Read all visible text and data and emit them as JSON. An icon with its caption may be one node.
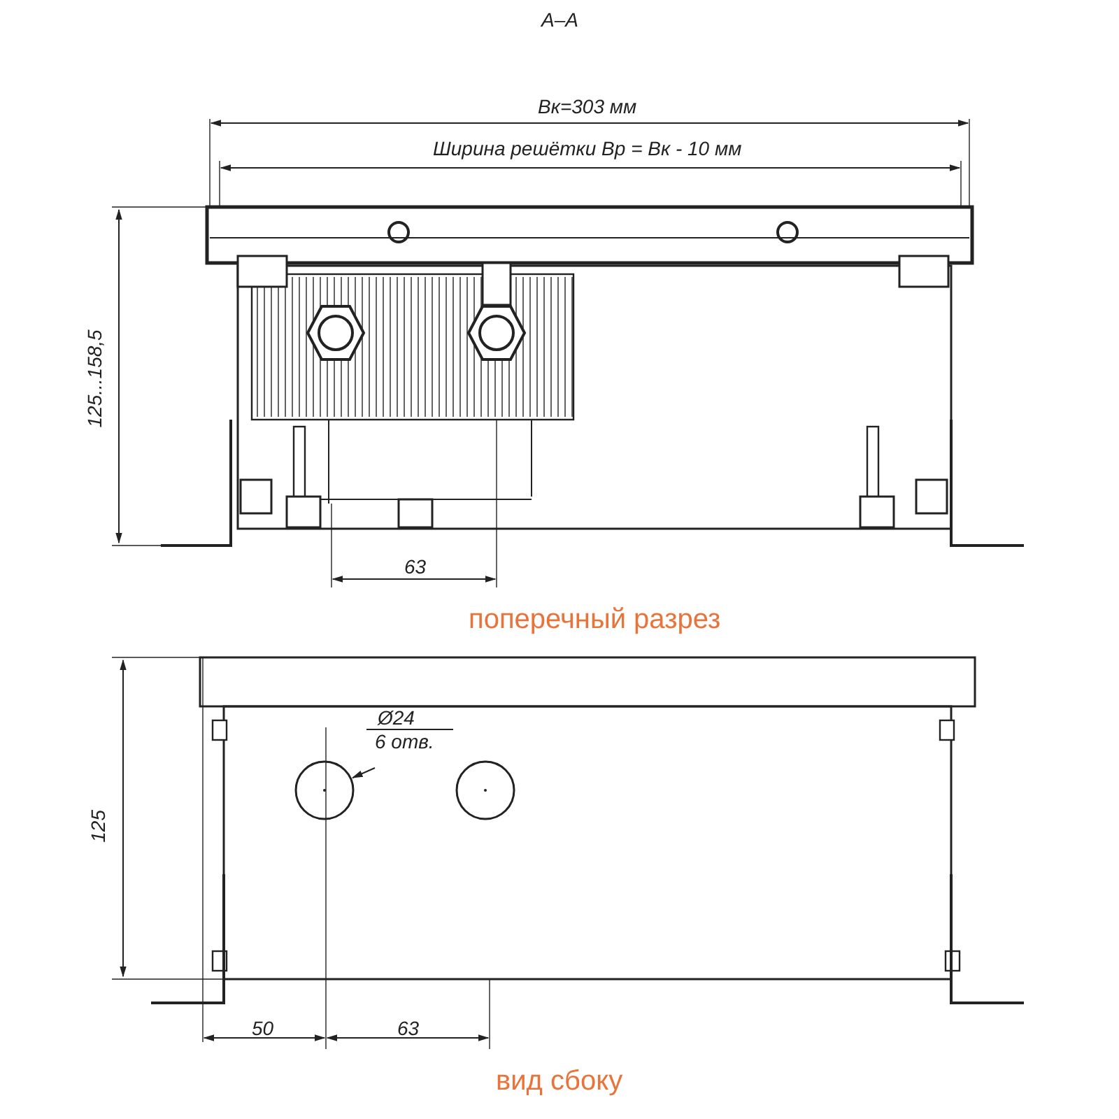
{
  "diagram": {
    "nodes": [
      {
        "text": [
          "Ø24",
          "6 отв."
        ]
      },
      {
        "text": [],
        "shape": "circle"
      },
      {
        "text": [],
        "shape": "circle"
      }
    ],
    "edges": [
      {
        "from": 0,
        "to": 1,
        "arrow": "to"
      }
    ],
    "labels": [
      "А–А",
      "Bк=303 мм",
      "Ширина решётки Bр = Bк - 10 мм",
      "125...158,5",
      "63",
      "поперечный разрез",
      "125",
      "50",
      "63",
      "вид сбоку"
    ]
  }
}
